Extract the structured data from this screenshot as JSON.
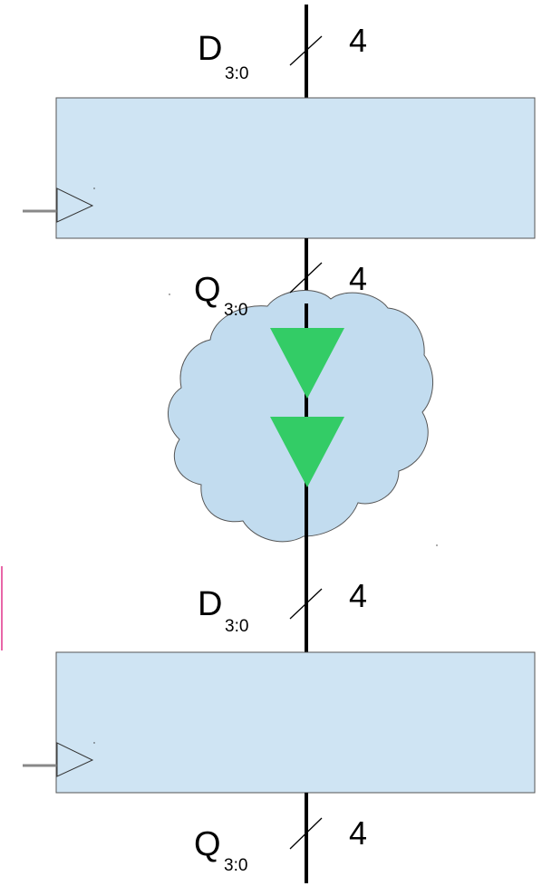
{
  "colors": {
    "register_fill": "#cfe4f3",
    "register_stroke": "#555555",
    "cloud_fill": "#c2dcef",
    "buffer_fill": "#33cc66",
    "wire": "#000000",
    "clock_wire": "#888888",
    "marker": "#e0338a"
  },
  "stage1": {
    "d_label": "D",
    "d_sub": "3:0",
    "d_width": "4",
    "q_label": "Q",
    "q_sub": "3:0",
    "q_width": "4"
  },
  "stage2": {
    "d_label": "D",
    "d_sub": "3:0",
    "d_width": "4",
    "q_label": "Q",
    "q_sub": "3:0",
    "q_width": "4"
  },
  "logic": {
    "icon": "cloud-icon",
    "buffers": [
      "buffer-icon",
      "buffer-icon"
    ]
  }
}
